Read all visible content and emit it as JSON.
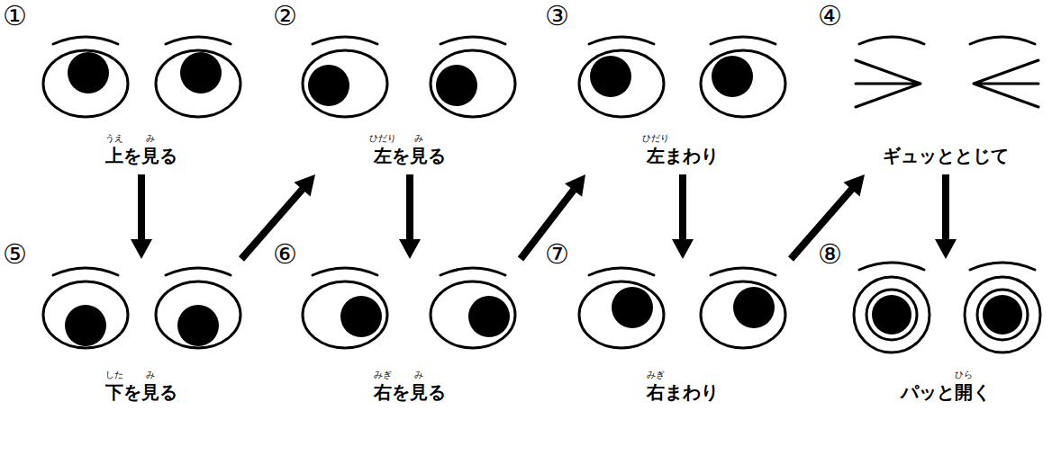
{
  "diagram": {
    "nodes": [
      {
        "text": [
          "①",
          "うえ",
          "み",
          "上を見る"
        ]
      },
      {
        "text": [
          "②",
          "ひだり",
          "み",
          "左を見る"
        ]
      },
      {
        "text": [
          "③",
          "ひだり",
          "左まわり"
        ]
      },
      {
        "text": [
          "④",
          "ギュッととじて"
        ]
      },
      {
        "text": [
          "⑤",
          "した",
          "み",
          "下を見る"
        ]
      },
      {
        "text": [
          "⑥",
          "みぎ",
          "み",
          "右を見る"
        ]
      },
      {
        "text": [
          "⑦",
          "みぎ",
          "右まわり"
        ]
      },
      {
        "text": [
          "⑧",
          "ひら",
          "パッと開く"
        ]
      }
    ],
    "edges": [
      {
        "from": 0,
        "to": 4,
        "arrow": "to"
      },
      {
        "from": 4,
        "to": 1,
        "arrow": "to"
      },
      {
        "from": 1,
        "to": 5,
        "arrow": "to"
      },
      {
        "from": 5,
        "to": 2,
        "arrow": "to"
      },
      {
        "from": 2,
        "to": 6,
        "arrow": "to"
      },
      {
        "from": 6,
        "to": 3,
        "arrow": "to"
      },
      {
        "from": 3,
        "to": 7,
        "arrow": "to"
      }
    ]
  }
}
